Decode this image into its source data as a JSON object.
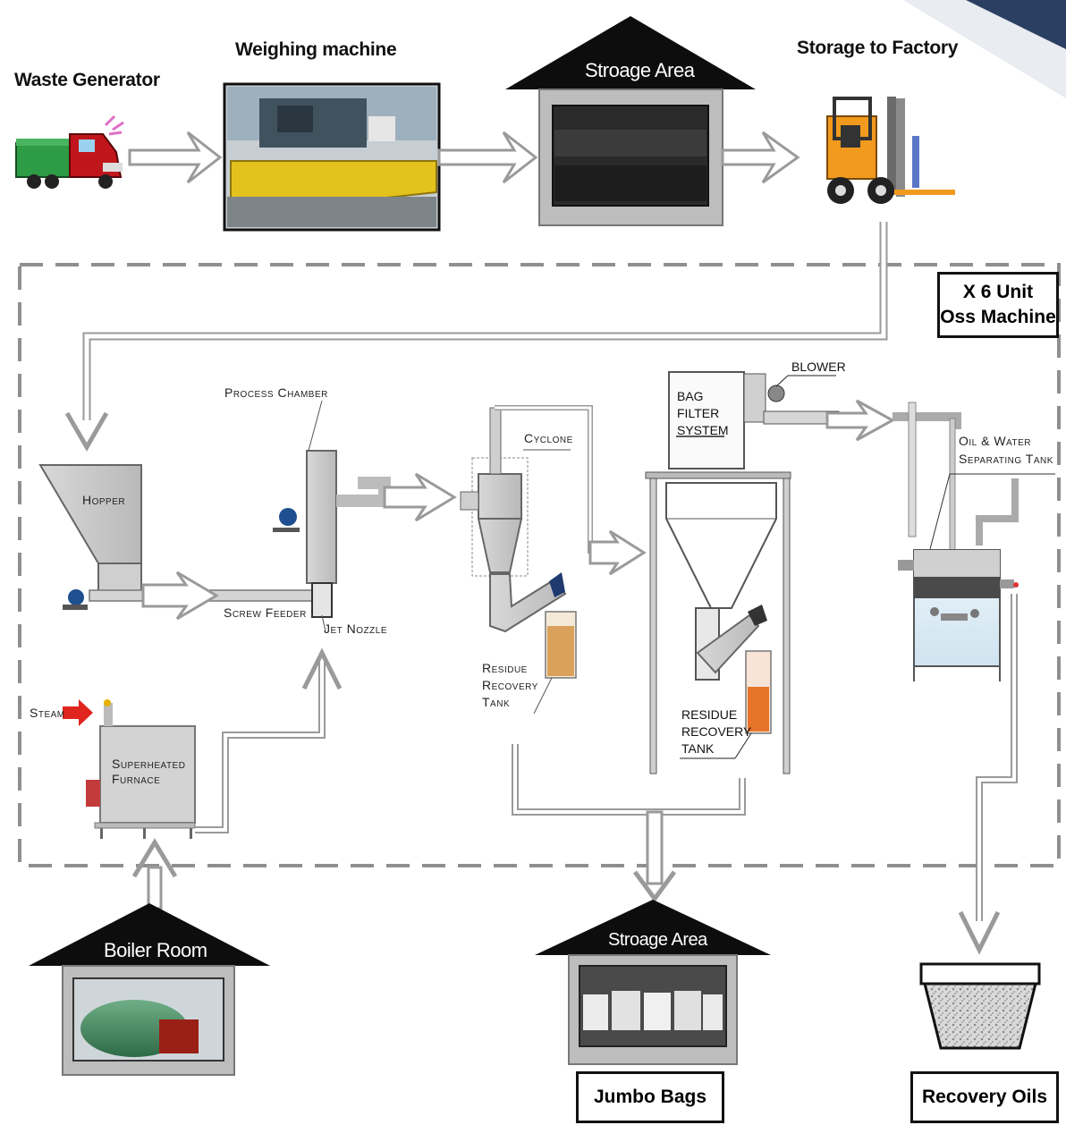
{
  "top_row": {
    "waste_generator": "Waste Generator",
    "weighing_machine": "Weighing machine",
    "storage_area": "Stroage Area",
    "storage_to_factory": "Storage to Factory"
  },
  "unit_box": {
    "line1": "X 6 Unit",
    "line2": "Oss Machine"
  },
  "process": {
    "hopper": "Hopper",
    "screw_feeder": "Screw Feeder",
    "process_chamber": "Process Chamber",
    "jet_nozzle": "Jet Nozzle",
    "cyclone": "Cyclone",
    "residue_tank_1": [
      "Residue",
      "Recovery",
      "Tank"
    ],
    "bag_filter": [
      "BAG",
      "FILTER",
      "SYSTEM"
    ],
    "blower": "BLOWER",
    "residue_tank_2": [
      "RESIDUE",
      "RECOVERY",
      "TANK"
    ],
    "oil_water_tank": [
      "Oil & Water",
      "Separating Tank"
    ],
    "steam": "Steam",
    "furnace": [
      "Superheated",
      "Furnace"
    ]
  },
  "bottom_row": {
    "boiler_room": "Boiler Room",
    "storage_area": "Stroage Area",
    "jumbo_bags": "Jumbo Bags",
    "recovery_oils": "Recovery Oils"
  },
  "colors": {
    "accent_corner": "#2b3f63",
    "arrow_fill": "#ffffff",
    "arrow_stroke": "#9a9a9a",
    "roof": "#0d0d0d",
    "residue_orange": "#e8742a",
    "residue_tan": "#d9a15a",
    "truck_red": "#c0161b",
    "forklift_orange": "#f29a1e"
  }
}
